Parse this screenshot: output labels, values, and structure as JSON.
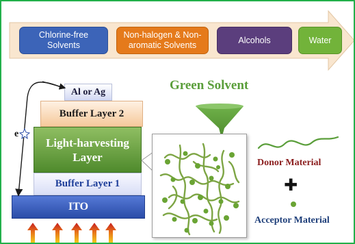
{
  "solvents": {
    "items": [
      {
        "label": "Chlorine-free\nSolvents",
        "color": "#3c64b8"
      },
      {
        "label": "Non-halogen & Non-\naromatic Solvents",
        "color": "#e57a1b"
      },
      {
        "label": "Alcohols",
        "color": "#5b3e7d"
      },
      {
        "label": "Water",
        "color": "#72b33a"
      }
    ],
    "arrow_color": "#f9e6cf"
  },
  "device": {
    "layers": {
      "top_electrode": "Al or Ag",
      "buffer_2": "Buffer Layer 2",
      "active": "Light-harvesting\nLayer",
      "buffer_1": "Buffer Layer 1",
      "ito": "ITO"
    },
    "electron_label": "e",
    "light_arrows": 5
  },
  "green_solvent": {
    "title": "Green Solvent",
    "title_color": "#5a9e3a",
    "funnel_color": "#5a9e3a"
  },
  "legend": {
    "donor": "Donor Material",
    "donor_color": "#8b1e1e",
    "plus": "✚",
    "acceptor": "Acceptor Material",
    "acceptor_color": "#1f3f7a",
    "acceptor_dot_color": "#6aa434"
  }
}
